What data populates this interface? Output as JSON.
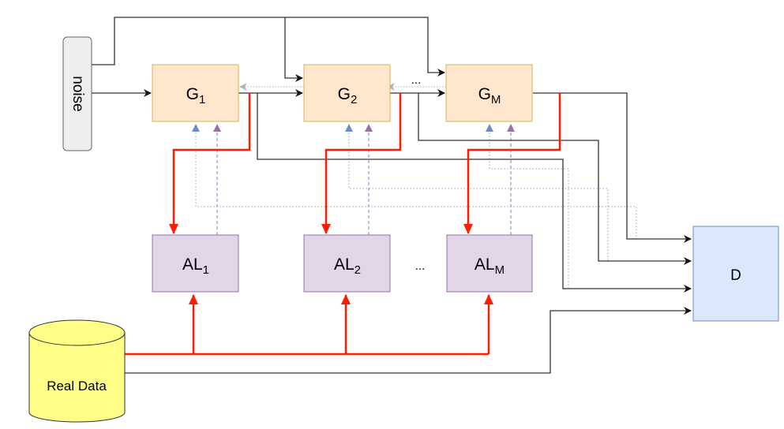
{
  "diagram": {
    "noise": {
      "label": "noise"
    },
    "generators": [
      {
        "base": "G",
        "sub": "1"
      },
      {
        "base": "G",
        "sub": "2"
      },
      {
        "base": "G",
        "sub": "M"
      }
    ],
    "adversarial_learners": [
      {
        "base": "AL",
        "sub": "1"
      },
      {
        "base": "AL",
        "sub": "2"
      },
      {
        "base": "AL",
        "sub": "M"
      }
    ],
    "discriminator": {
      "label": "D"
    },
    "real_data": {
      "label": "Real Data"
    },
    "ellipsis_generators": "...",
    "ellipsis_learners": "...",
    "colors": {
      "generator_fill": "#ffe6cc",
      "generator_stroke": "#d6b656",
      "learner_fill": "#e1d5e7",
      "learner_stroke": "#9673a6",
      "discriminator_fill": "#dae8fc",
      "discriminator_stroke": "#6c8ebf",
      "real_data_fill": "#ffff88",
      "noise_fill": "#eeeeee",
      "red_flow": "#ff1a00",
      "black_flow": "#333333",
      "blue_dotted": "#6c8ebf",
      "purple_dashed": "#9673a6",
      "gray_dotted": "#b3b3b3"
    }
  }
}
